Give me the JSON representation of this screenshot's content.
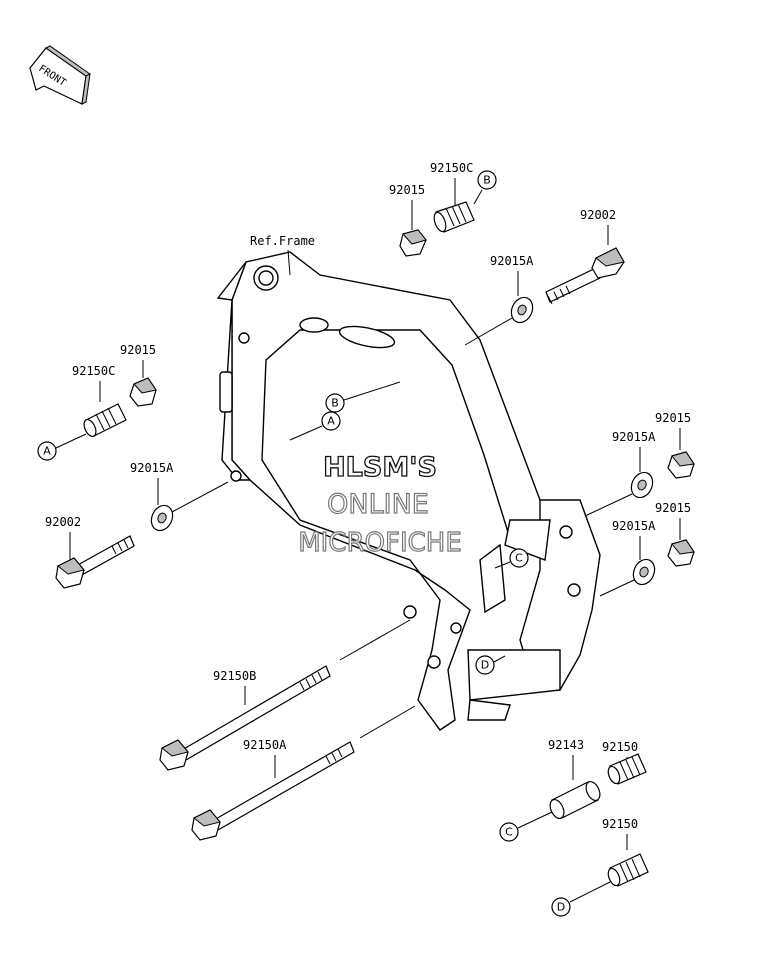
{
  "front_badge": {
    "text": "FRONT"
  },
  "reference": {
    "frame_label": "Ref.Frame"
  },
  "watermark": {
    "line1": "HLSM'S",
    "line2": "ONLINE",
    "line3": "MICROFICHE"
  },
  "callouts": {
    "c_92015_top": "92015",
    "c_92150C_top": "92150C",
    "c_92002_right": "92002",
    "c_92015A_top": "92015A",
    "c_92015_left": "92015",
    "c_92150C_left": "92150C",
    "c_92015A_left": "92015A",
    "c_92002_left": "92002",
    "c_92015_r1": "92015",
    "c_92015A_r1": "92015A",
    "c_92015_r2": "92015",
    "c_92015A_r2": "92015A",
    "c_92150B": "92150B",
    "c_92150A": "92150A",
    "c_92143": "92143",
    "c_92150_r1": "92150",
    "c_92150_r2": "92150"
  },
  "markers": {
    "A": "A",
    "B": "B",
    "C": "C",
    "D": "D"
  }
}
